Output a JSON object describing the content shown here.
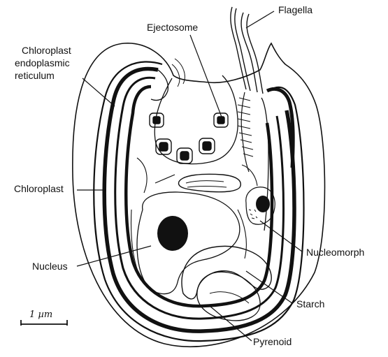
{
  "figure": {
    "labels": {
      "flagella": "Flagella",
      "ejectosome": "Ejectosome",
      "chloroplast_er_line1": "Chloroplast",
      "chloroplast_er_line2": "endoplasmic",
      "chloroplast_er_line3": "reticulum",
      "chloroplast": "Chloroplast",
      "nucleus": "Nucleus",
      "nucleomorph": "Nucleomorph",
      "starch": "Starch",
      "pyrenoid": "Pyrenoid"
    },
    "scale_bar": {
      "label": "1 µm"
    },
    "colors": {
      "ink": "#111111",
      "background": "#ffffff"
    }
  }
}
